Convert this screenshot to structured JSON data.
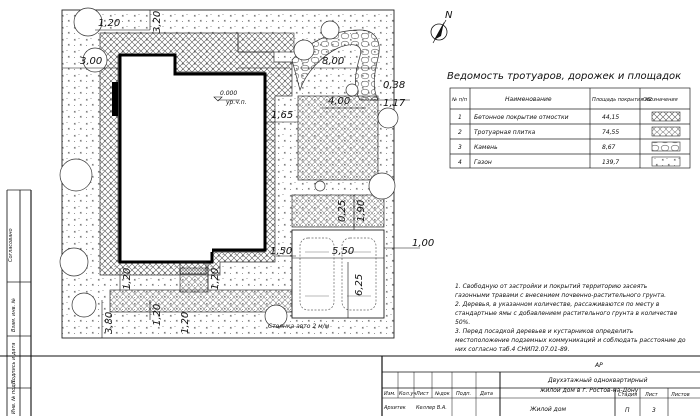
{
  "north_label": "N",
  "dimensions": {
    "d_1_20_top": "1,20",
    "d_3_20": "3,20",
    "d_3_00": "3,00",
    "d_8_00": "8,00",
    "d_0_38": "0,38",
    "d_4_00": "4,00",
    "d_1_17": "1,17",
    "d_1_65": "1,65",
    "d_0_25": "0,25",
    "d_1_90": "1,90",
    "d_1_00": "1,00",
    "d_1_50": "1,50",
    "d_5_50": "5,50",
    "d_6_25": "6,25",
    "d_1_20_a": "1,20",
    "d_1_20_b": "1,20",
    "d_1_20_c": "1,20",
    "d_3_80": "3,80",
    "d_1_20_d": "1,20"
  },
  "level_mark": {
    "value": "0.000",
    "label": "ур.ч.п."
  },
  "parking_label": "Стоянка авто 2 м/м",
  "statement": {
    "title": "Ведомость тротуаров, дорожек и площадок",
    "headers": {
      "num": "№ п/п",
      "name": "Наименование",
      "area": "Площадь покрытия м2",
      "symbol": "Обозначения"
    },
    "rows": [
      {
        "num": "1",
        "name": "Бетонное покрытие отмостки",
        "area": "44,15"
      },
      {
        "num": "2",
        "name": "Тротуарная плитка",
        "area": "74,55"
      },
      {
        "num": "3",
        "name": "Камень",
        "area": "8,67"
      },
      {
        "num": "4",
        "name": "Газон",
        "area": "139,7"
      }
    ]
  },
  "notes": [
    "1.     Свободную от застройки и покрытий территорию засеять",
    "газонными травами с внесением почвенно-растительного грунта.",
    "2.     Деревья, в указанном количестве, рассаживаются по месту в",
    "стандартные ямы с добавлением растительного грунта в количестве",
    "50%.",
    "3.     Перед посадкой деревьев и кустарников определить",
    "местоположение подземных коммуникаций и соблюдать расстояние до",
    "них согласно таб.4 СНИП2.07.01-89."
  ],
  "stamp": {
    "code": "АР",
    "headers": [
      "Изм.",
      "Кол.уч",
      "Лист",
      "№док",
      "Подп.",
      "Дата"
    ],
    "title_lines": [
      "Двухэтажный одноквартирный",
      "жилой дом в г. Ростов-на-Дону"
    ],
    "col_stage": "Стадия",
    "col_sheet": "Лист",
    "col_sheets": "Листов",
    "role": "Архитек",
    "person": "Келлер В.А.",
    "sheet_name": "Жилой дом",
    "stage": "П",
    "sheet_no": "3"
  },
  "side_labels": [
    "Согласовано",
    "Взам. инв. №",
    "Подпись и дата",
    "Инв. № подл."
  ]
}
